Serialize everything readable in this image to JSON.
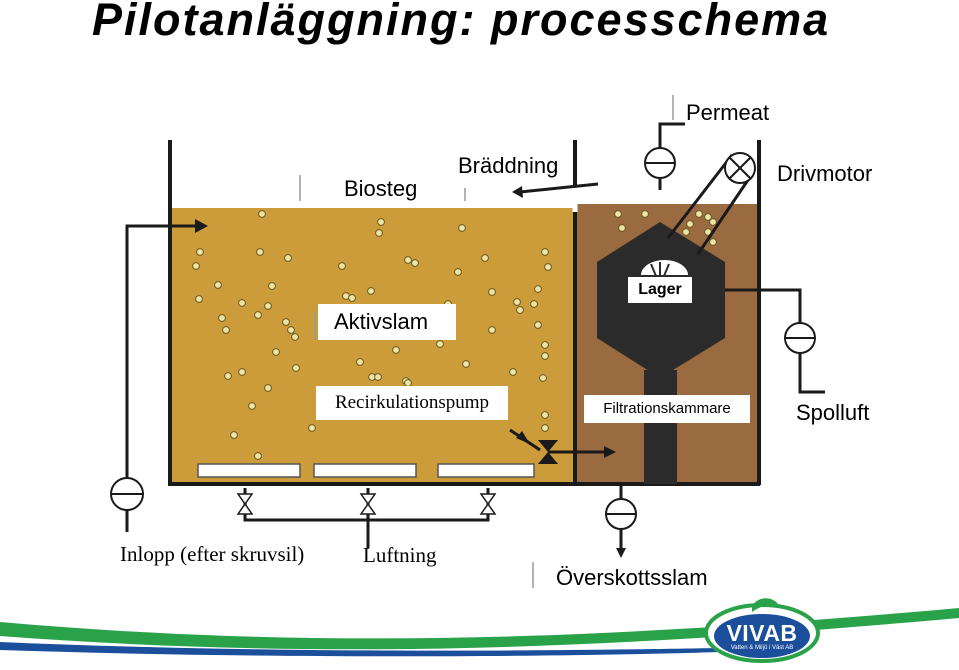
{
  "title": "Pilotanläggning: processchema",
  "labels": {
    "permeat": "Permeat",
    "biosteg": "Biosteg",
    "braddning": "Bräddning",
    "drivmotor": "Drivmotor",
    "aktivslam": "Aktivslam",
    "lager": "Lager",
    "recirkulationspump": "Recirkulationspump",
    "filtrationskammare": "Filtrationskammare",
    "spolluft": "Spolluft",
    "inlopp": "Inlopp (efter skruvsil)",
    "luftning": "Luftning",
    "overskottsslam": "Överskottsslam"
  },
  "logo": {
    "name": "VIVAB",
    "tagline": "Vatten & Miljö i Väst AB"
  },
  "colors": {
    "biotank": "#cc9c3a",
    "filtertank": "#9a6a40",
    "module": "#2b2b2b",
    "bubble": "#ece5a6",
    "brand_green": "#2aa24a",
    "brand_blue": "#1b4f9c"
  }
}
